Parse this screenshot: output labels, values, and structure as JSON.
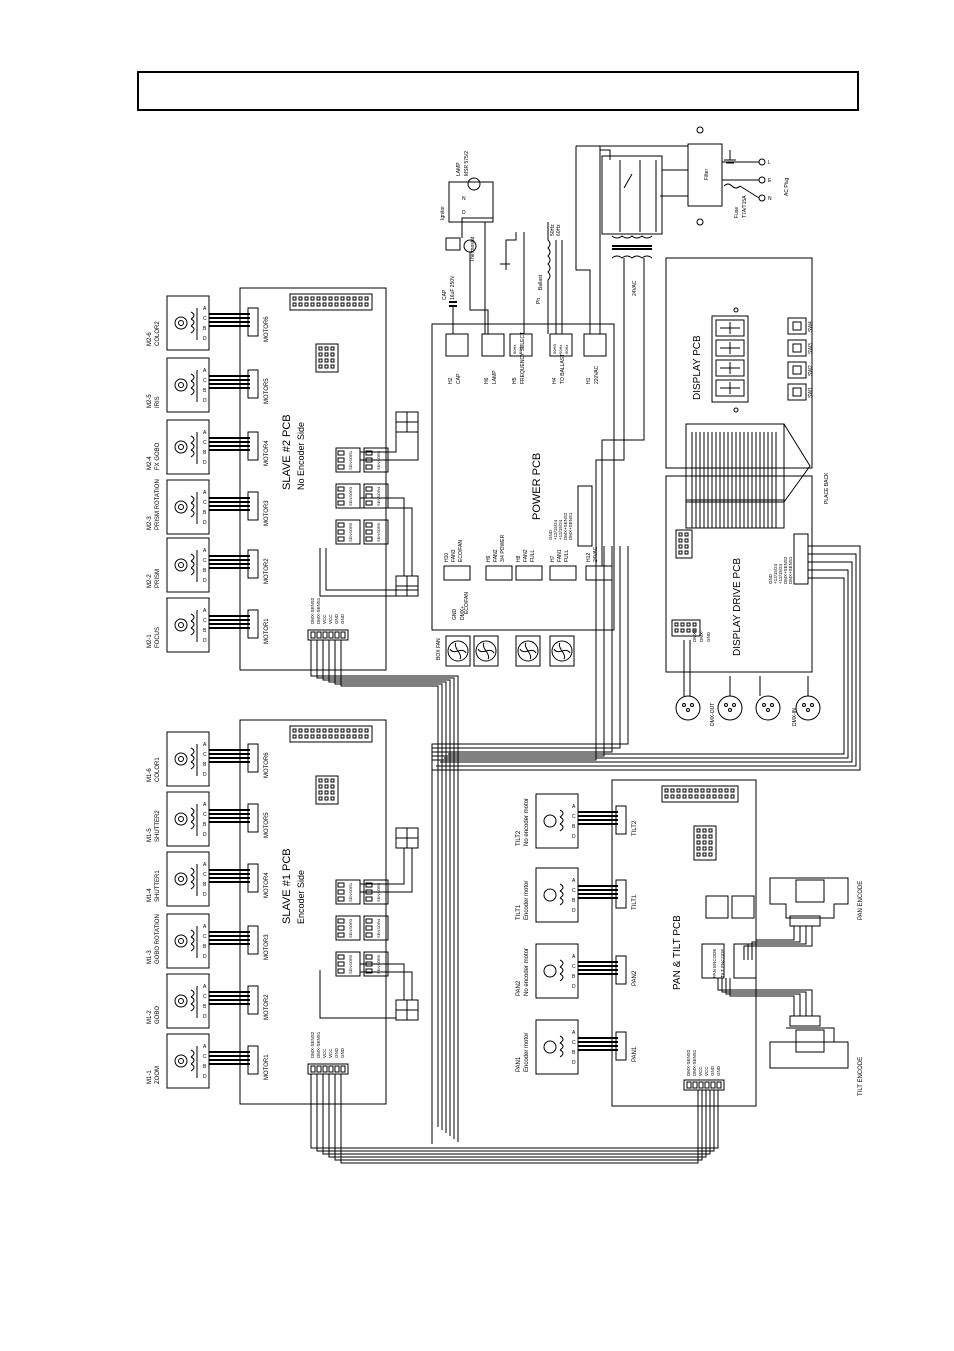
{
  "title": "",
  "slave2": {
    "name": "SLAVE #2 PCB",
    "subtitle": "No Encoder Side",
    "motors": [
      {
        "id": "M2-1",
        "name": "FOCUS",
        "connector": "MOTOR1"
      },
      {
        "id": "M2-2",
        "name": "PRISM",
        "connector": "MOTOR2"
      },
      {
        "id": "M2-3",
        "name": "PRISM ROTATION",
        "connector": "MOTOR3"
      },
      {
        "id": "M2-4",
        "name": "FX GOBO",
        "connector": "MOTOR4"
      },
      {
        "id": "M2-5",
        "name": "IRIS",
        "connector": "MOTOR5"
      },
      {
        "id": "M2-6",
        "name": "COLOR2",
        "connector": "MOTOR6"
      }
    ],
    "sensors": [
      "SENSOR1",
      "SENSOR2",
      "SENSOR3",
      "SENSOR4",
      "SENSOR5",
      "SENSOR6"
    ],
    "bus": [
      "DMX-SENS2",
      "DMX-SENS1",
      "VCC",
      "VCC",
      "GND",
      "GND"
    ]
  },
  "slave1": {
    "name": "SLAVE #1 PCB",
    "subtitle": "Encoder Side",
    "motors": [
      {
        "id": "M1-1",
        "name": "ZOOM",
        "connector": "MOTOR1"
      },
      {
        "id": "M1-2",
        "name": "GOBO",
        "connector": "MOTOR2"
      },
      {
        "id": "M1-3",
        "name": "GOBO ROTATION",
        "connector": "MOTOR3"
      },
      {
        "id": "M1-4",
        "name": "SHUTTER1",
        "connector": "MOTOR4"
      },
      {
        "id": "M1-5",
        "name": "SHUTTER2",
        "connector": "MOTOR5"
      },
      {
        "id": "M1-6",
        "name": "COLOR1",
        "connector": "MOTOR6"
      }
    ],
    "sensors": [
      "SENSOR1",
      "SENSOR2",
      "SENSOR3",
      "SENSOR4",
      "SENSOR5",
      "SENSOR6"
    ],
    "bus": [
      "DMX-SENS2",
      "DMX-SENS1",
      "VCC",
      "VCC",
      "GND",
      "GND"
    ]
  },
  "power_pcb": {
    "name": "POWER PCB",
    "top_connectors": [
      {
        "id": "H2",
        "name": "CAP"
      },
      {
        "id": "H6",
        "name": "LAMP"
      },
      {
        "id": "H5",
        "name": "FREQUENCY SELECT"
      },
      {
        "id": "H4",
        "name": "TO BALLAST"
      },
      {
        "id": "H1",
        "name": "220VAC"
      }
    ],
    "freq_pins": [
      "60Hz",
      "50Hz"
    ],
    "ballast_pins": [
      "50/60",
      "50Hz",
      "60Hz"
    ],
    "bottom_connectors": [
      {
        "id": "H10",
        "name": "FAN3",
        "sub": "ECO/FAN"
      },
      {
        "id": "H9",
        "name": "FAN2",
        "sub": "3/4 POWER"
      },
      {
        "id": "H8",
        "name": "FAN2",
        "sub": "FULL"
      },
      {
        "id": "H7",
        "name": "FAN1",
        "sub": "FULL"
      },
      {
        "id": "H12",
        "name": "24VAC",
        "sub": ""
      }
    ],
    "eco_label": "ECO/FAN",
    "sense_pins": [
      "GND",
      "+12/15/24",
      "+12/15/24",
      "DMX+SENS2",
      "DMX+SENS1"
    ],
    "fan_labels": [
      "BOX FAN",
      "GND",
      "DMX+"
    ]
  },
  "lamp": {
    "label": "LAMP",
    "model": "MSR 575/2",
    "igniter": "Ignitor",
    "d": "D",
    "n": "N",
    "thermostat": "Thermostat",
    "cap": "CAP",
    "cap_value": "16uF 250V"
  },
  "ballast": {
    "name": "Ballast",
    "tap1": "50Hz",
    "tap2": "60Hz",
    "ph": "Ph"
  },
  "transformer": {
    "name": "24VAC"
  },
  "filter": {
    "name": "Filter",
    "fuse": "Fuse",
    "fuse_rating": "T7A/T15A",
    "ac_plug": "AC Plug",
    "pins": [
      "L",
      "E",
      "N"
    ]
  },
  "display_pcb": {
    "name": "DISPLAY PCB",
    "switches": [
      "SW1",
      "SW2",
      "SW3",
      "SW4"
    ]
  },
  "display_drive": {
    "name": "DISPLAY DRIVE PCB",
    "sense_pins": [
      "GND",
      "+12/15/24",
      "+12/15/24",
      "DMX+SENS2",
      "DMX+SENS1"
    ],
    "dmx_in": "DMX-IN",
    "dmx_out": "DMX-OUT",
    "place_back": "PLACE BACK",
    "jack_labels": [
      "DMX+",
      "DMX-",
      "GND"
    ]
  },
  "pan_tilt": {
    "name": "PAN & TILT PCB",
    "motors": [
      {
        "id": "PAN1",
        "desc": "Encoder motor",
        "connector": "PAN1"
      },
      {
        "id": "PAN2",
        "desc": "No encoder motor",
        "connector": "PAN2"
      },
      {
        "id": "TILT1",
        "desc": "Encoder motor",
        "connector": "TILT1"
      },
      {
        "id": "TILT2",
        "desc": "No encoder motor",
        "connector": "TILT2"
      }
    ],
    "encoder_conns": [
      "PAN ENCODE",
      "TILT ENCODE"
    ],
    "bus": [
      "DMX-SENS2",
      "DMX-SENS1",
      "VCC",
      "VCC",
      "GND",
      "GND"
    ]
  },
  "pan_encoder": {
    "name": "PAN ENCODE"
  },
  "tilt_encoder": {
    "name": "TILT ENCODE"
  },
  "motor_pins": [
    "A",
    "C",
    "B",
    "D"
  ]
}
